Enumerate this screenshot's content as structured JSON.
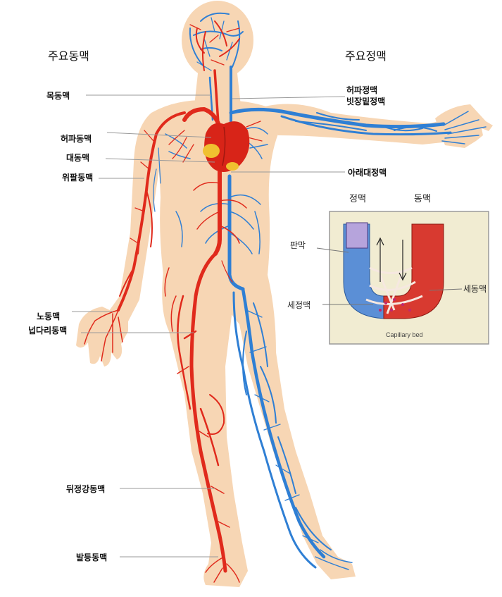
{
  "headers": {
    "arteries": "주요동맥",
    "veins": "주요정맥"
  },
  "left_labels": {
    "carotid": "목동맥",
    "pulmonary_artery": "허파동맥",
    "aorta": "대동맥",
    "brachial": "위팔동맥",
    "radial": "노동맥",
    "femoral": "넙다리동맥",
    "posterior_tibial": "뒤정강동맥",
    "dorsalis_pedis": "발등동맥"
  },
  "right_labels": {
    "pulmonary_vein": "허파정맥",
    "subclavian_vein": "빗장밑정맥",
    "inferior_vena_cava": "아래대정맥"
  },
  "inset": {
    "vein": "정맥",
    "artery": "동맥",
    "valve": "판막",
    "venule": "세정맥",
    "arteriole": "세동맥",
    "caption": "Capillary bed"
  },
  "colors": {
    "skin": "#f7d6b4",
    "artery": "#e02a1c",
    "vein": "#2f7fd4",
    "heart": "#d82418",
    "heart_yellow": "#f0c030",
    "inset_bg": "#f1ecd2",
    "inset_border": "#9a9a9a",
    "leader": "#9a9a9a"
  }
}
